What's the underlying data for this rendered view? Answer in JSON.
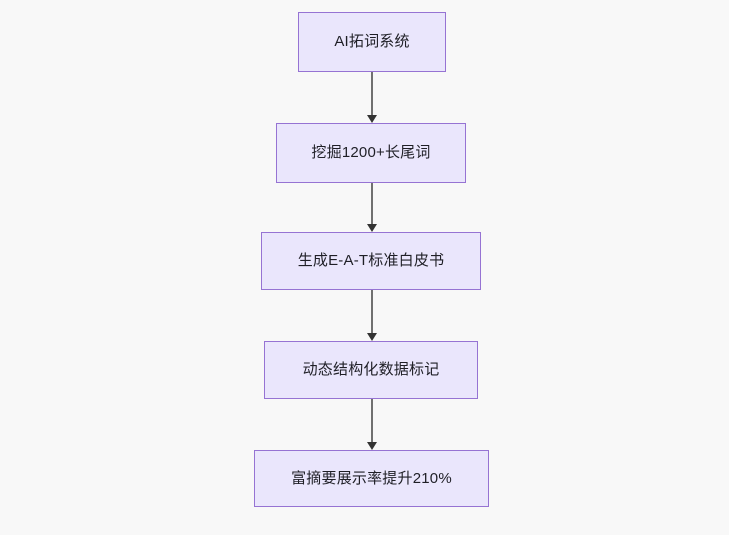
{
  "diagram": {
    "type": "flowchart",
    "direction": "top-to-bottom",
    "background_color": "#f8f8f8",
    "node_fill_color": "#eae6fc",
    "node_border_color": "#9673d3",
    "node_text_color": "#1f1f26",
    "edge_color": "#707070",
    "arrow_color": "#333333",
    "nodes": [
      {
        "id": "n1",
        "label": "AI拓词系统"
      },
      {
        "id": "n2",
        "label": "挖掘1200+长尾词"
      },
      {
        "id": "n3",
        "label": "生成E-A-T标准白皮书"
      },
      {
        "id": "n4",
        "label": "动态结构化数据标记"
      },
      {
        "id": "n5",
        "label": "富摘要展示率提升210%"
      }
    ],
    "edges": [
      {
        "from": "n1",
        "to": "n2",
        "label": ""
      },
      {
        "from": "n2",
        "to": "n3",
        "label": ""
      },
      {
        "from": "n3",
        "to": "n4",
        "label": ""
      },
      {
        "from": "n4",
        "to": "n5",
        "label": ""
      }
    ]
  }
}
